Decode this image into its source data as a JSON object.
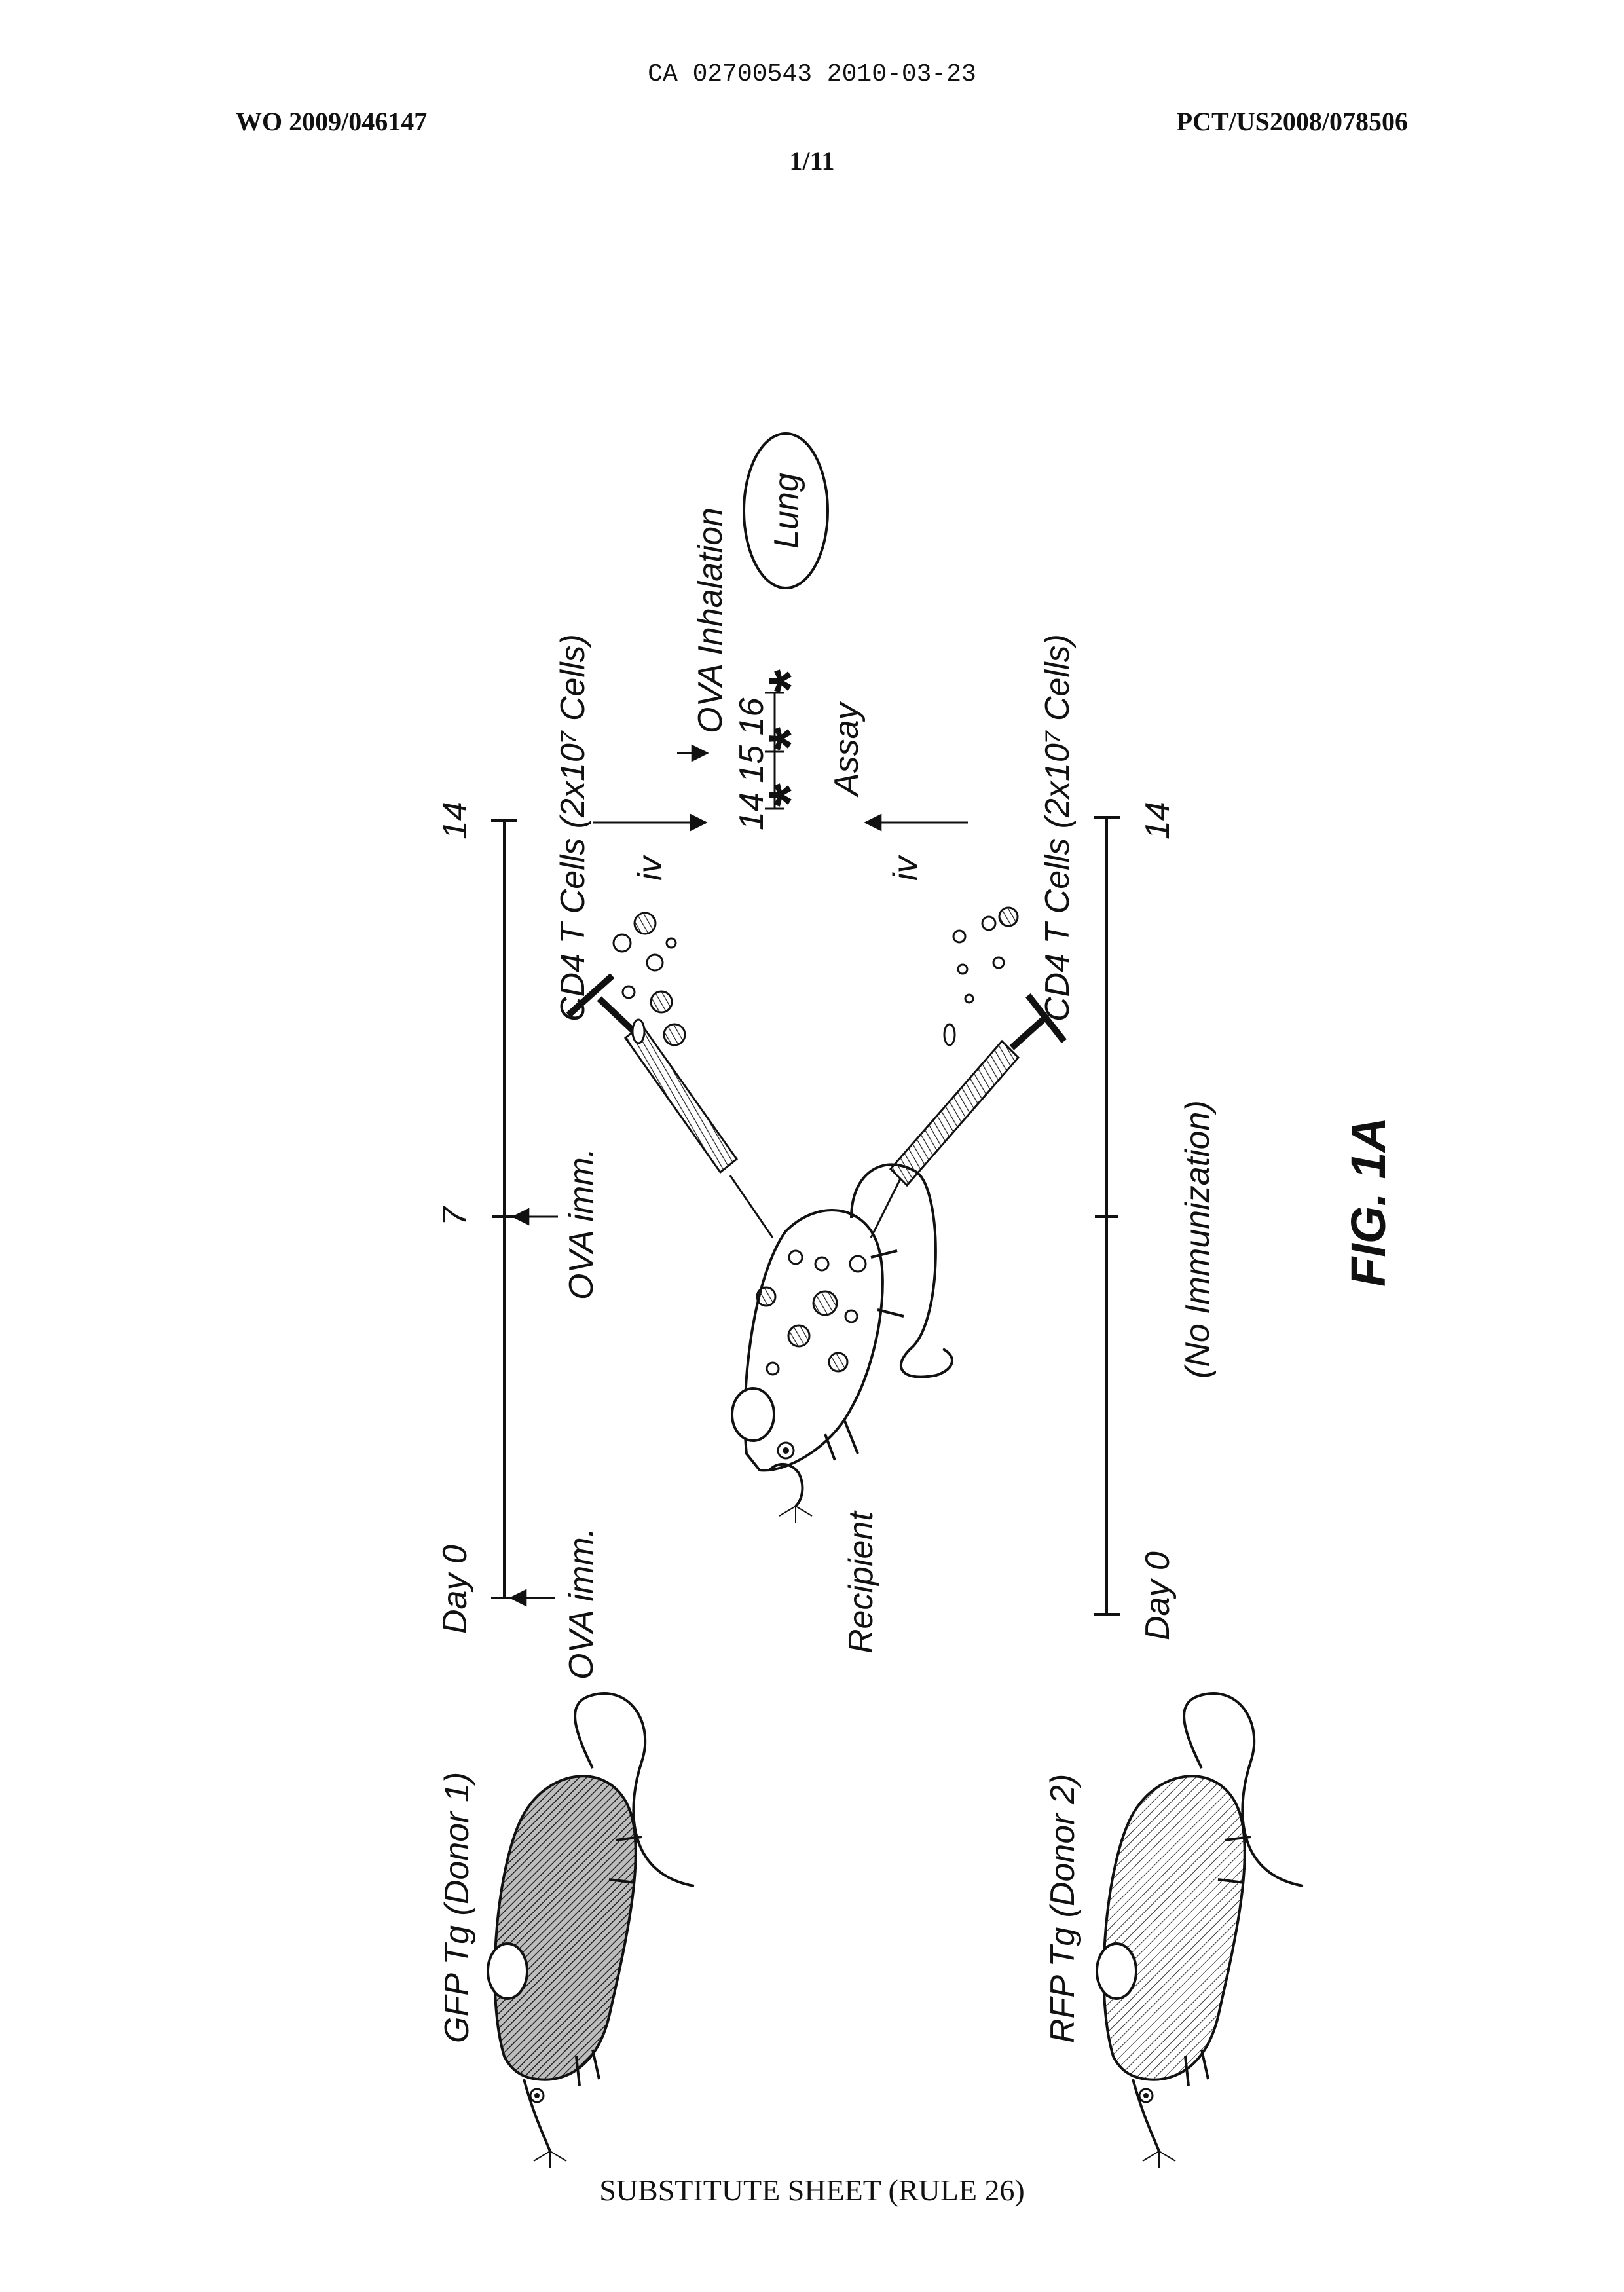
{
  "header": {
    "ca_number": "CA 02700543 2010-03-23",
    "wo_number": "WO 2009/046147",
    "pct_number": "PCT/US2008/078506",
    "sheet": "1/11"
  },
  "figure": {
    "fig_label": "FIG. 1A",
    "donor1_label": "GFP Tg (Donor 1)",
    "donor2_label": "RFP Tg (Donor 2)",
    "recipient_label": "Recipient",
    "top_timeline": {
      "day0": "Day 0",
      "day7": "7",
      "day14": "14",
      "imm_day0": "OVA imm.",
      "imm_day7": "OVA imm."
    },
    "bottom_timeline": {
      "day0": "Day 0",
      "day14": "14",
      "no_imm": "(No Immunization)"
    },
    "transfer_top": "CD4 T Cells (2x10⁷ Cells)",
    "transfer_bottom": "CD4 T Cells (2x10⁷ Cells)",
    "route_top": "iv",
    "route_bottom": "iv",
    "assay_days": "14 15 16",
    "inhalation": "OVA Inhalation",
    "assay": "Assay",
    "organ": "Lung"
  },
  "footer": "SUBSTITUTE SHEET (RULE 26)"
}
